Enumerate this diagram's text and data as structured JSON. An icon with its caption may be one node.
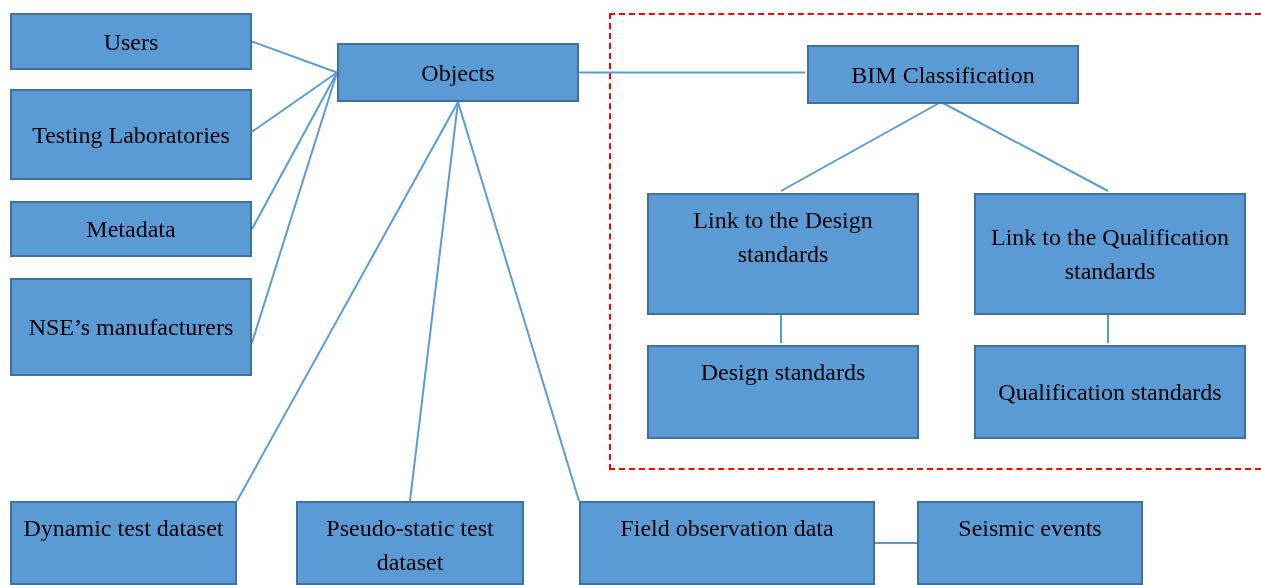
{
  "diagram": {
    "nodes": [
      {
        "text": [
          "Users"
        ]
      },
      {
        "text": [
          "Testing Laboratories"
        ]
      },
      {
        "text": [
          "Metadata"
        ]
      },
      {
        "text": [
          "NSE’s manufacturers"
        ]
      },
      {
        "text": [
          "Objects"
        ]
      },
      {
        "text": [],
        "shape": "box"
      },
      {
        "text": [
          "BIM Classification"
        ],
        "in": 5
      },
      {
        "text": [
          "Link to the Design standards"
        ],
        "in": 5
      },
      {
        "text": [
          "Link to the Qualification standards"
        ],
        "in": 5
      },
      {
        "text": [
          "Design standards"
        ],
        "in": 5
      },
      {
        "text": [
          "Qualification standards"
        ],
        "in": 5
      },
      {
        "text": [
          "Dynamic test dataset"
        ]
      },
      {
        "text": [
          "Pseudo-static test dataset"
        ]
      },
      {
        "text": [
          "Field observation data"
        ]
      },
      {
        "text": [
          "Seismic events"
        ]
      }
    ],
    "edges": [
      {
        "from": 0,
        "to": 4,
        "arrow": "none"
      },
      {
        "from": 1,
        "to": 4,
        "arrow": "none"
      },
      {
        "from": 2,
        "to": 4,
        "arrow": "none"
      },
      {
        "from": 3,
        "to": 4,
        "arrow": "none"
      },
      {
        "from": 4,
        "to": 6,
        "arrow": "none"
      },
      {
        "from": 6,
        "to": 7,
        "arrow": "none"
      },
      {
        "from": 6,
        "to": 8,
        "arrow": "none"
      },
      {
        "from": 7,
        "to": 9,
        "arrow": "none"
      },
      {
        "from": 8,
        "to": 10,
        "arrow": "none"
      },
      {
        "from": 4,
        "to": 11,
        "arrow": "none"
      },
      {
        "from": 4,
        "to": 12,
        "arrow": "none"
      },
      {
        "from": 4,
        "to": 13,
        "arrow": "none"
      },
      {
        "from": 13,
        "to": 14,
        "arrow": "none"
      }
    ]
  }
}
